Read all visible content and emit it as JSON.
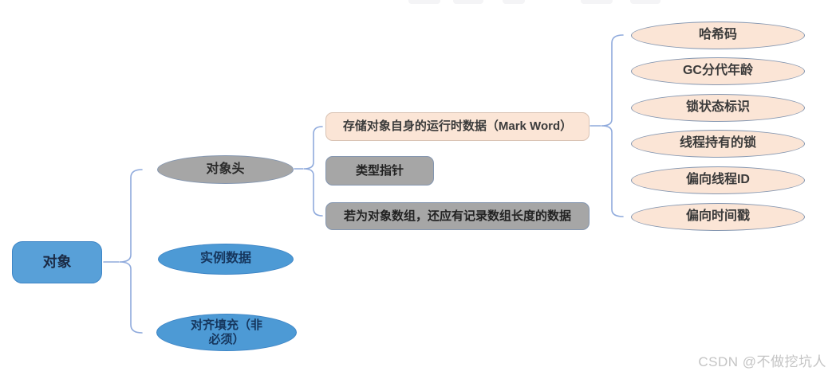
{
  "diagram": {
    "root": {
      "label": "对象"
    },
    "object_parts": [
      {
        "label": "对象头"
      },
      {
        "label": "实例数据"
      },
      {
        "label": "对齐填充（非必须）"
      }
    ],
    "header_parts": [
      {
        "label": "存储对象自身的运行时数据（Mark Word）"
      },
      {
        "label": "类型指针"
      },
      {
        "label": "若为对象数组，还应有记录数组长度的数据"
      }
    ],
    "mark_word_parts": [
      {
        "label": "哈希码"
      },
      {
        "label": "GC分代年龄"
      },
      {
        "label": "锁状态标识"
      },
      {
        "label": "线程持有的锁"
      },
      {
        "label": "偏向线程ID"
      },
      {
        "label": "偏向时间戳"
      }
    ]
  },
  "watermark": {
    "text": "CSDN @不做挖坑人"
  },
  "colors": {
    "root_blue": "#58A0D8",
    "node_blue": "#4D9AD5",
    "node_gray": "#A6A6A6",
    "node_peach": "#FBE5D6",
    "border_blue": "#3D85C6",
    "border_slate": "#8496B0",
    "connector": "#8FAADC",
    "watermark_gray": "#C4C4C4"
  }
}
